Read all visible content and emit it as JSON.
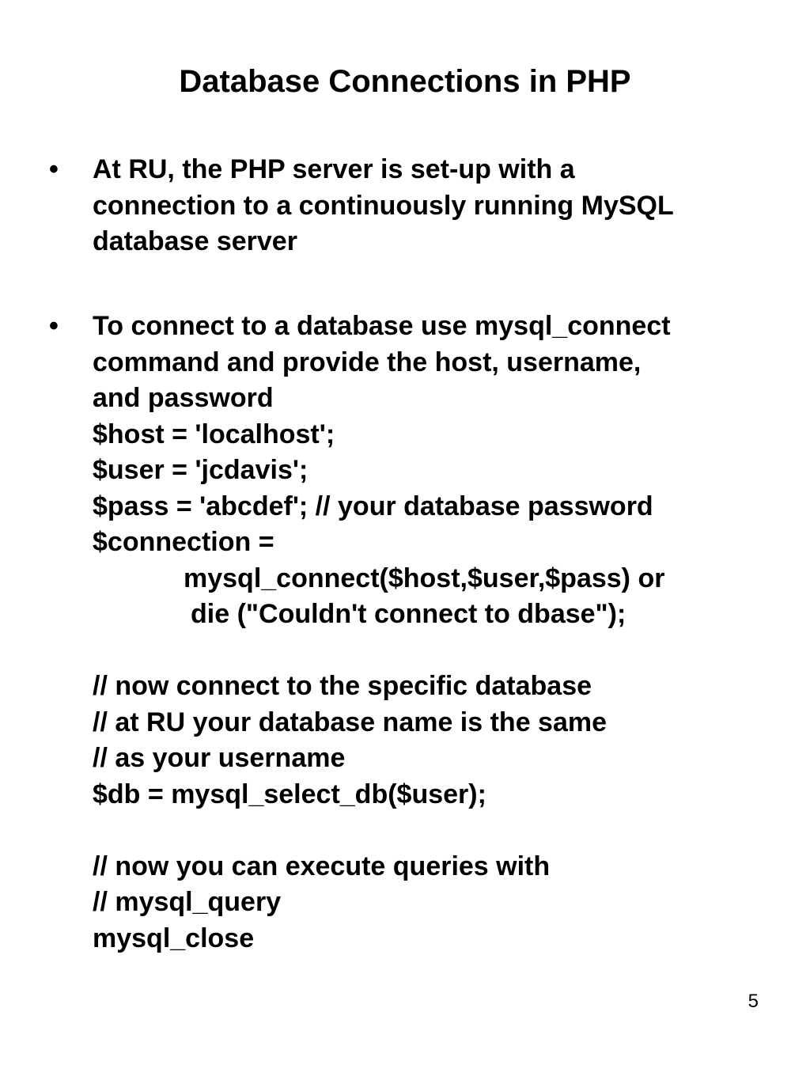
{
  "slide": {
    "title": "Database Connections in PHP",
    "bullet_symbol": "•",
    "bullets": [
      {
        "lines": [
          "At RU, the PHP server is set-up with a",
          "connection to a continuously running MySQL",
          "database server"
        ]
      },
      {
        "lines": [
          "To connect to a database use mysql_connect",
          "command and provide the host, username,",
          "and password",
          "$host = 'localhost';",
          "$user = 'jcdavis';",
          "$pass = 'abcdef'; // your database password",
          "$connection =",
          "mysql_connect($host,$user,$pass) or",
          "die (\"Couldn't connect to dbase\");",
          "",
          "// now connect to the specific database",
          "// at RU your database name is the same",
          "// as your username",
          "$db = mysql_select_db($user);",
          "",
          "// now you can execute queries with",
          "// mysql_query",
          "mysql_close"
        ]
      }
    ],
    "page_number": "5"
  }
}
